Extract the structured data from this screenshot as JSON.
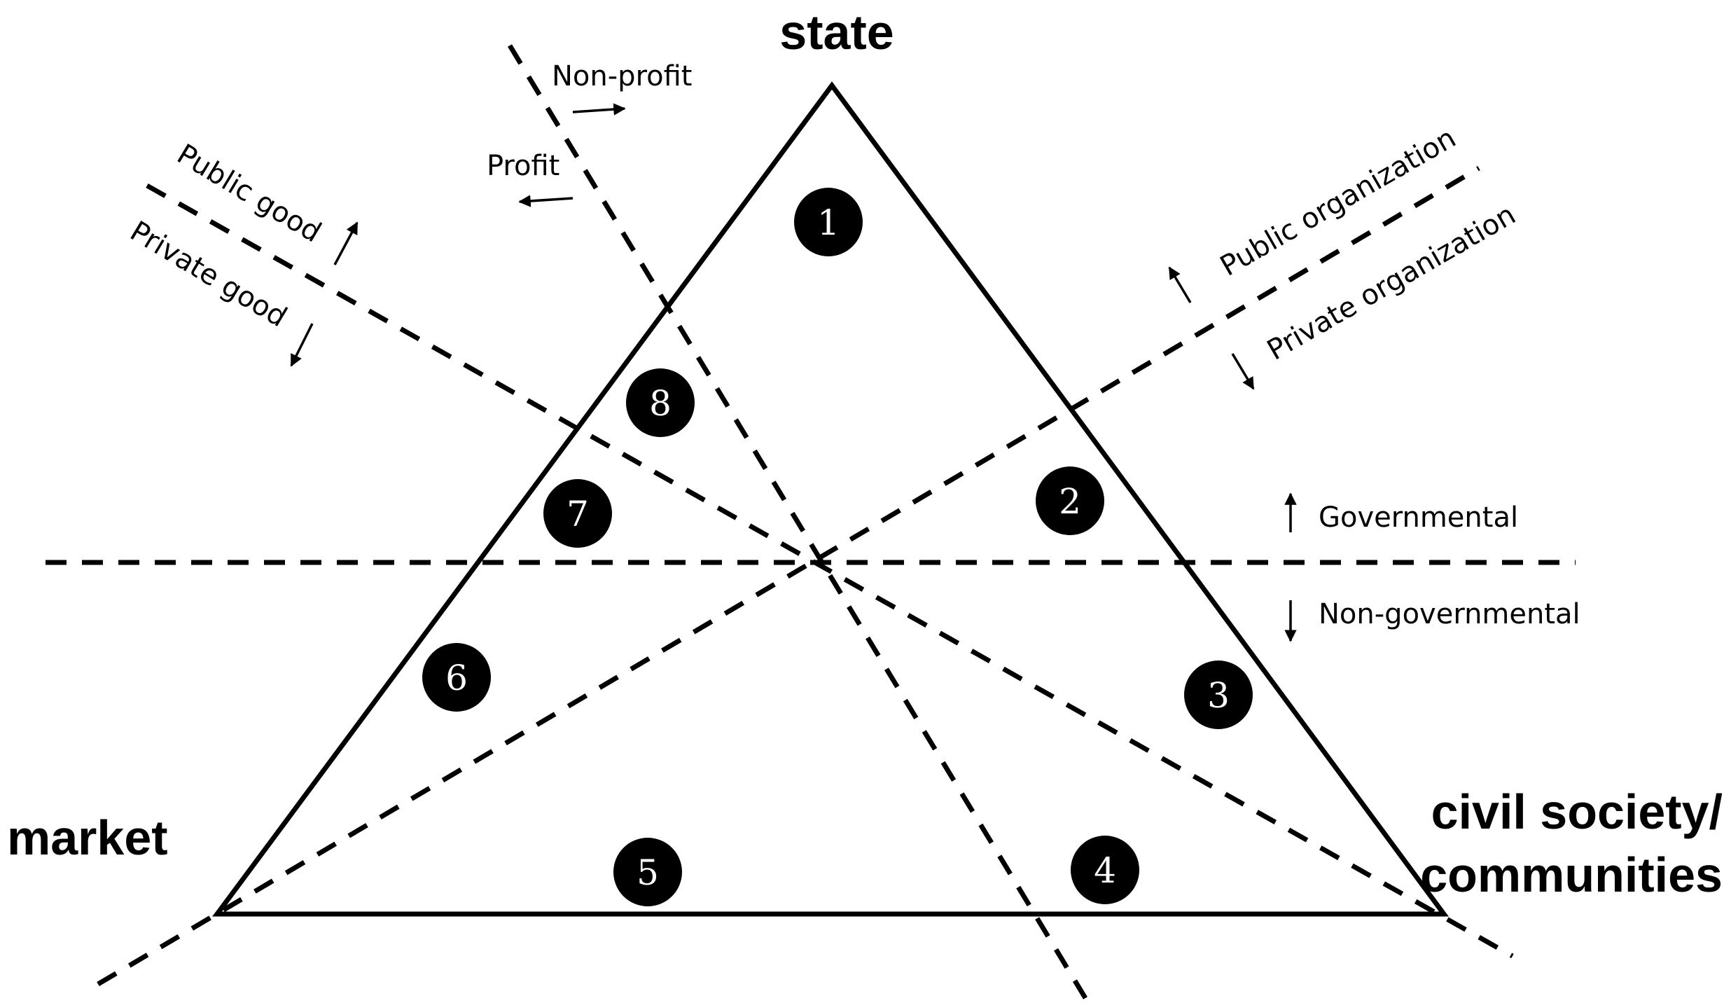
{
  "vertices": {
    "top": "state",
    "left": "market",
    "right_line1": "civil society/",
    "right_line2": "communities"
  },
  "axes": {
    "nonprofit": "Non-profit",
    "profit": "Profit",
    "public_good": "Public good",
    "private_good": "Private good",
    "public_org": "Public  organization",
    "private_org": "Private  organization",
    "governmental": "Governmental",
    "non_governmental": "Non-governmental"
  },
  "regions": [
    "1",
    "2",
    "3",
    "4",
    "5",
    "6",
    "7",
    "8"
  ]
}
